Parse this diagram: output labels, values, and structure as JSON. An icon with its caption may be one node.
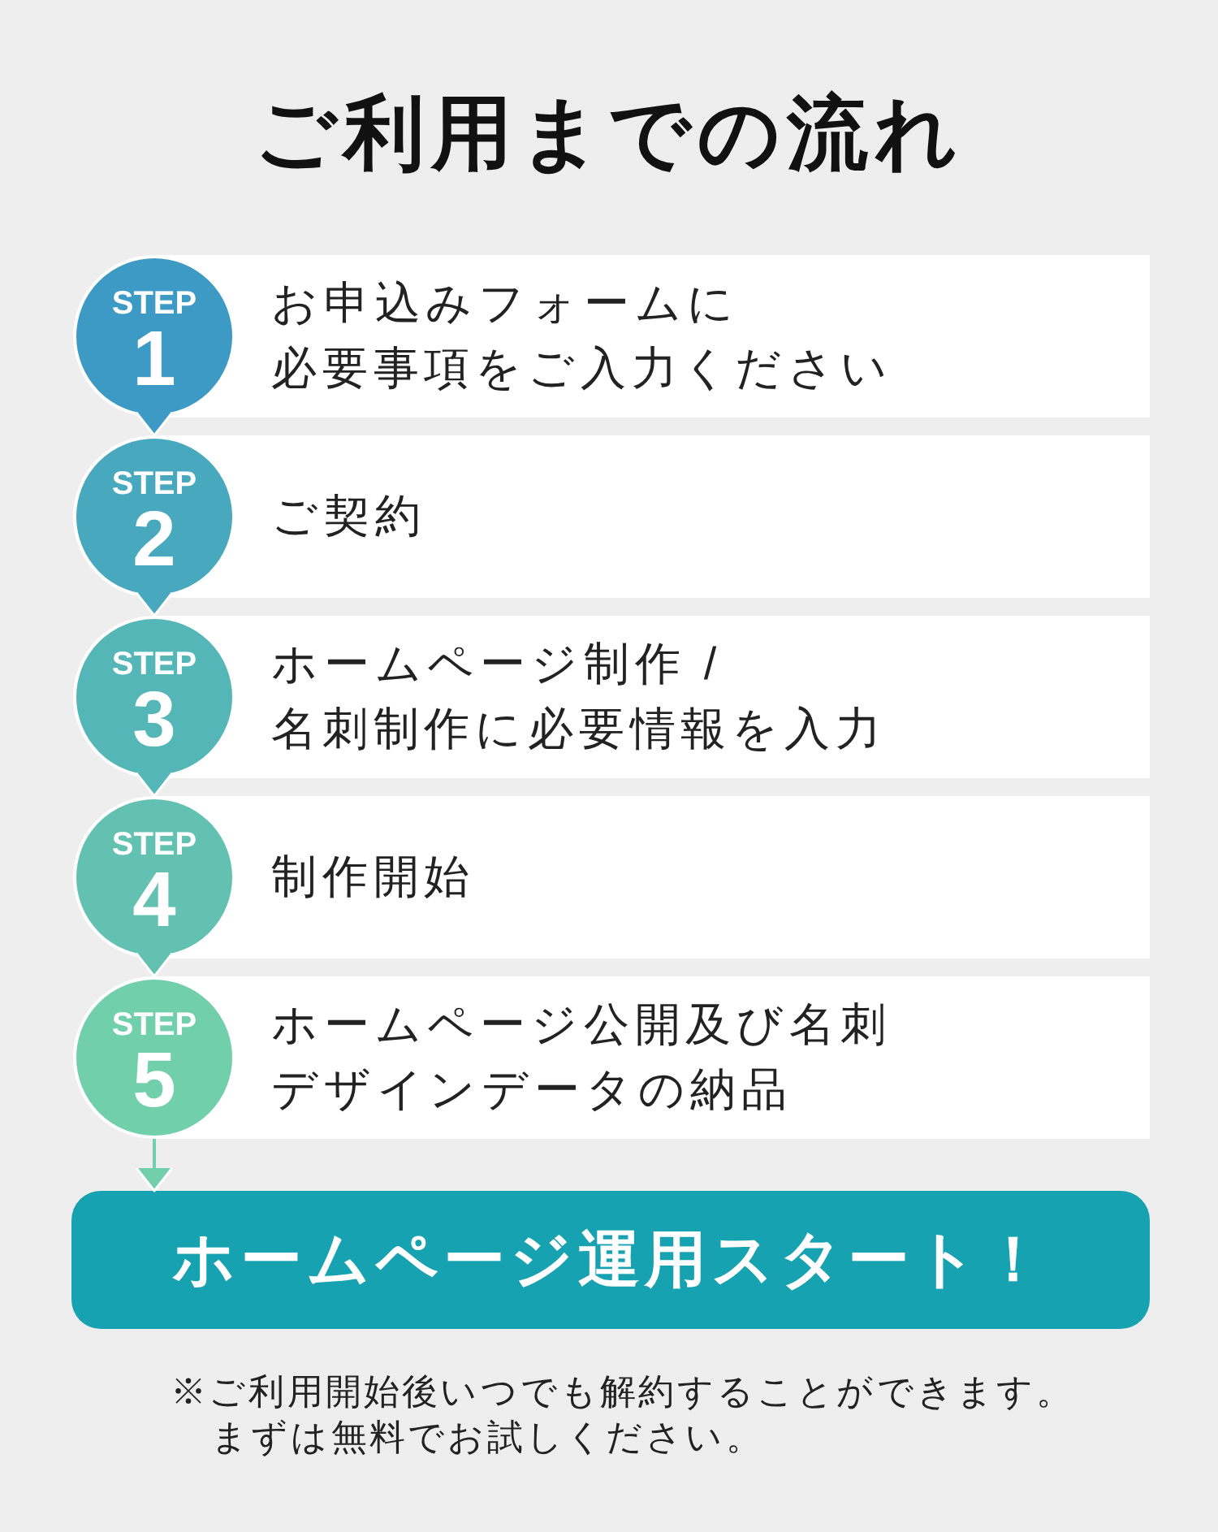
{
  "diagram": {
    "title": "ご利用までの流れ",
    "nodes": [
      {
        "text": [
          "STEP",
          "1"
        ]
      },
      {
        "text": [
          "お申込みフォームに必要事項をご入力ください"
        ]
      },
      {
        "text": [
          "STEP",
          "2"
        ]
      },
      {
        "text": [
          "ご契約"
        ]
      },
      {
        "text": [
          "STEP",
          "3"
        ]
      },
      {
        "text": [
          "ホームページ制作 /名刺制作に必要情報を入力"
        ]
      },
      {
        "text": [
          "STEP",
          "4"
        ]
      },
      {
        "text": [
          "制作開始"
        ]
      },
      {
        "text": [
          "STEP",
          "5"
        ]
      },
      {
        "text": [
          "ホームページ公開及び名刺デザインデータの納品"
        ]
      },
      {
        "text": [
          "ホームページ運用スタート！"
        ]
      }
    ],
    "edges": [
      {
        "from": 0,
        "to": 2,
        "arrow": "to",
        "color": "#3d9ac4"
      },
      {
        "from": 2,
        "to": 4,
        "arrow": "to",
        "color": "#48a8bd"
      },
      {
        "from": 4,
        "to": 6,
        "arrow": "to",
        "color": "#55b6b7"
      },
      {
        "from": 6,
        "to": 8,
        "arrow": "to",
        "color": "#63c1b2"
      },
      {
        "from": 8,
        "to": 10,
        "arrow": "to",
        "color": "#72cfab"
      }
    ],
    "labels": [
      "※ご利用開始後いつでも解約することができます。まずは無料でお試しください。"
    ]
  }
}
